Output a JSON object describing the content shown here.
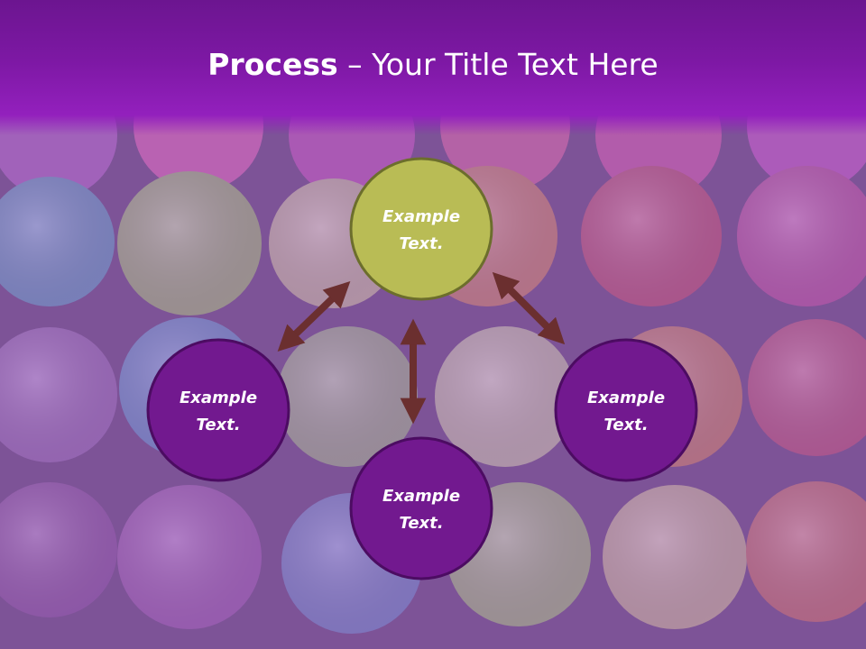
{
  "slide": {
    "title_bold": "Process",
    "title_rest": " – Your Title Text Here"
  },
  "colors": {
    "header": "#7d18a4",
    "center_node_fill": "#b9bc55",
    "center_node_stroke": "#6c6e2c",
    "node_fill": "#72198f",
    "node_stroke": "#4c0c62",
    "arrow": "#6b2f2f"
  },
  "nodes": [
    {
      "id": "top",
      "line1": "Example",
      "line2": "Text."
    },
    {
      "id": "left",
      "line1": "Example",
      "line2": "Text."
    },
    {
      "id": "right",
      "line1": "Example",
      "line2": "Text."
    },
    {
      "id": "bottom",
      "line1": "Example",
      "line2": "Text."
    }
  ]
}
